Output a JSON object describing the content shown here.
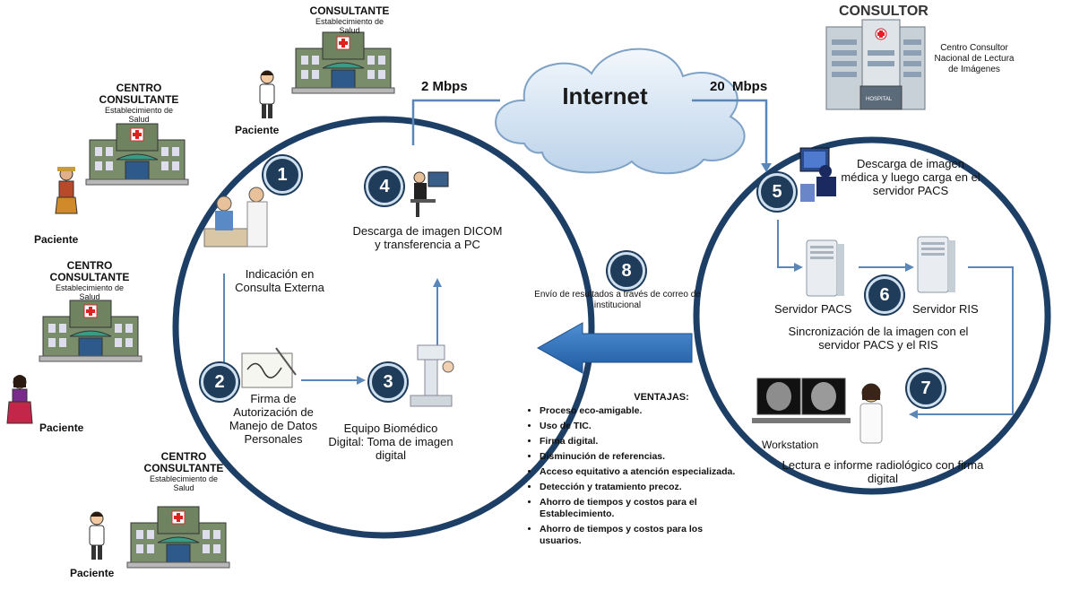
{
  "top_center": {
    "title": "CONSULTANTE",
    "subtitle": "Establecimiento de Salud"
  },
  "left_c1": {
    "title": "CENTRO CONSULTANTE",
    "subtitle": "Establecimiento de Salud"
  },
  "left_c2": {
    "title": "CENTRO CONSULTANTE",
    "subtitle": "Establecimiento de Salud"
  },
  "bottom_c": {
    "title": "CENTRO CONSULTANTE",
    "subtitle": "Establecimiento de Salud"
  },
  "consultor": {
    "title": "CONSULTOR",
    "desc": "Centro Consultor Nacional de Lectura de Imágenes"
  },
  "patient_label": "Paciente",
  "network": {
    "internet": "Internet",
    "left_speed": "2 Mbps",
    "right_speed": "20  Mbps"
  },
  "steps": [
    {
      "num": "1",
      "label": "Indicación en Consulta Externa"
    },
    {
      "num": "2",
      "label": "Firma de Autorización de Manejo de Datos Personales"
    },
    {
      "num": "3",
      "label": "Equipo Biomédico Digital: Toma de imagen digital"
    },
    {
      "num": "4",
      "label": "Descarga de imagen DICOM y transferencia a PC"
    },
    {
      "num": "5",
      "label": "Descarga de imagen médica y luego carga en el servidor PACS"
    },
    {
      "num": "6",
      "label": "Sincronización de la imagen con el servidor PACS y el RIS"
    },
    {
      "num": "7",
      "label": "Lectura e informe radiológico con firma digital"
    },
    {
      "num": "8",
      "label": "Envío de resultados a través de correo de institucional"
    }
  ],
  "servers": {
    "pacs": "Servidor PACS",
    "ris": "Servidor RIS",
    "workstation": "Workstation",
    "hospital_sign": "HOSPITAL"
  },
  "ventajas": {
    "title": "VENTAJAS:",
    "items": [
      "Proceso eco-amigable.",
      "Uso de TIC.",
      "Firma digital.",
      "Disminución de referencias.",
      "Acceso equitativo a atención especializada.",
      "Detección y tratamiento precoz.",
      "Ahorro de tiempos y costos para el Establecimiento.",
      "Ahorro de tiempos y costos para los usuarios."
    ]
  },
  "colors": {
    "circle": "#1d3f66",
    "arrow": "#2f6db5",
    "step_bg": "#1f3c5a",
    "line": "#5b87b8"
  }
}
